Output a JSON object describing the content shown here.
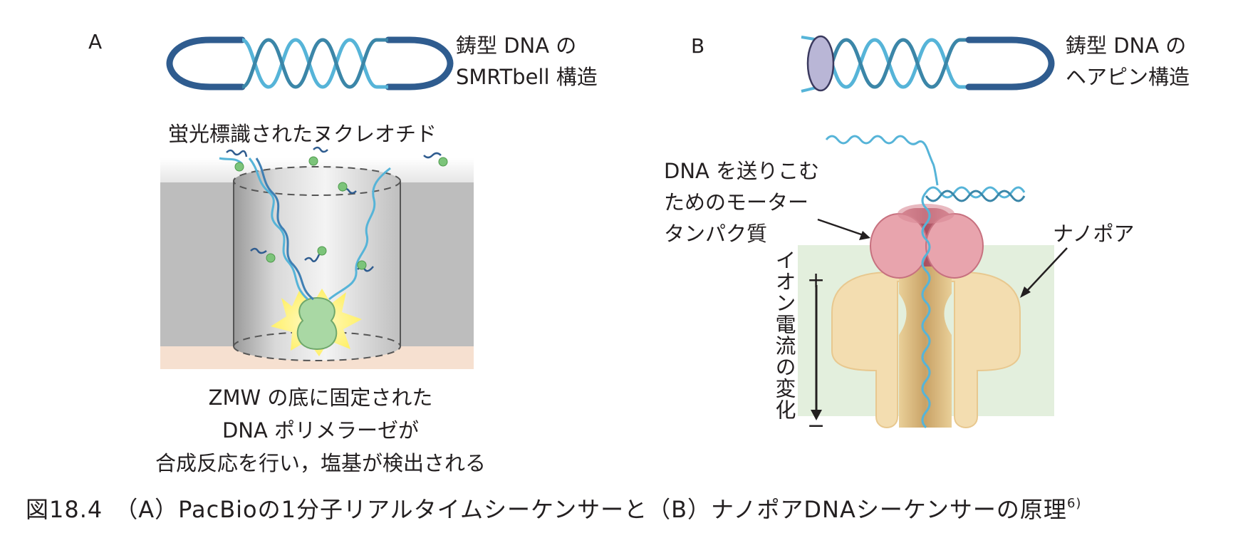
{
  "panel_a": {
    "letter": "A",
    "template_label": [
      "鋳型 DNA の",
      "SMRTbell 構造"
    ],
    "nucleotide_label": "蛍光標識されたヌクレオチド",
    "description": [
      "ZMW の底に固定された",
      "DNA ポリメラーゼが",
      "合成反応を行い，塩基が検出される"
    ]
  },
  "panel_b": {
    "letter": "B",
    "template_label": [
      "鋳型 DNA の",
      "ヘアピン構造"
    ],
    "motor_label": [
      "DNA を送りこむ",
      "ためのモーター",
      "タンパク質"
    ],
    "nanopore_label": "ナノポア",
    "axis_label": "イオン電流の変化",
    "plus": "+",
    "minus": "−"
  },
  "caption": {
    "text": "図18.4　（A）PacBioの1分子リアルタイムシーケンサーと（B）ナノポアDNAシーケンサーの原理",
    "ref": "6)"
  },
  "colors": {
    "dna_dark": "#2f5c8f",
    "dna_light": "#56b4d8",
    "nucleotide_green": "#7cc47a",
    "polymerase_green": "#a9d8a4",
    "glow_yellow": "#fff266",
    "zmw_gray": "#bdbdbd",
    "floor_peach": "#f6e0d0",
    "motor_pink": "#e8a4ad",
    "pore_tan": "#f3ddb0",
    "current_bg": "#e3efdd",
    "hairpin_oval": "#b9b6d6"
  }
}
